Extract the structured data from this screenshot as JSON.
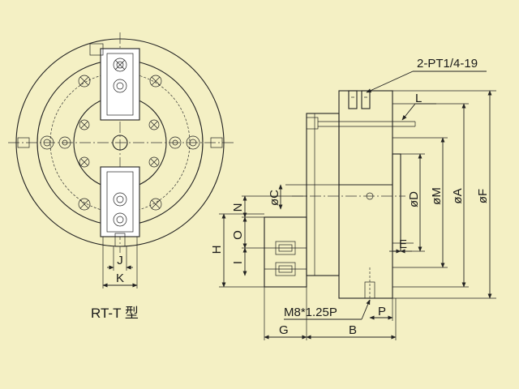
{
  "model_caption": "RT-T 型",
  "labels": {
    "port": "2-PT1/4-19",
    "L": "L",
    "N": "N",
    "O": "O",
    "H": "H",
    "I": "I",
    "J": "J",
    "K": "K",
    "C": "øC",
    "D": "øD",
    "M": "øM",
    "A": "øA",
    "F": "øF",
    "E": "E",
    "thread": "M8*1.25P",
    "P": "P",
    "G": "G",
    "B": "B"
  },
  "colors": {
    "background": "#f4f0c4",
    "line": "#222222"
  }
}
